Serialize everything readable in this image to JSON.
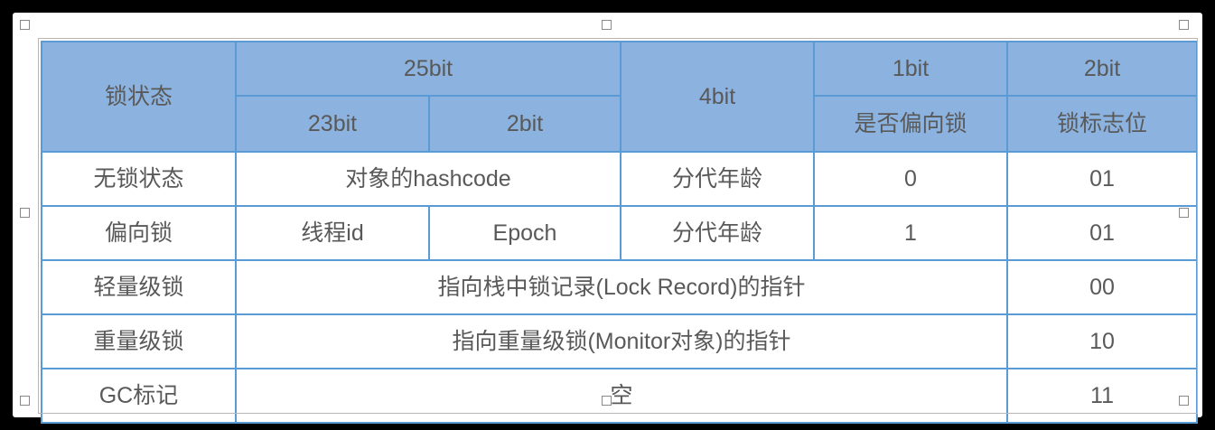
{
  "table": {
    "header": {
      "state_label": "锁状态",
      "groups": [
        {
          "label": "25bit",
          "span": 2
        },
        {
          "label": "4bit",
          "span": 1
        },
        {
          "label": "1bit",
          "span": 1
        },
        {
          "label": "2bit",
          "span": 1
        }
      ],
      "sub": [
        {
          "label": "23bit"
        },
        {
          "label": "2bit"
        },
        {
          "label": "是否偏向锁"
        },
        {
          "label": "锁标志位"
        }
      ]
    },
    "rows": [
      {
        "state": "无锁状态",
        "cells": [
          {
            "text": "对象的hashcode",
            "span": 2
          },
          {
            "text": "分代年龄",
            "span": 1
          },
          {
            "text": "0",
            "span": 1
          },
          {
            "text": "01",
            "span": 1
          }
        ]
      },
      {
        "state": "偏向锁",
        "cells": [
          {
            "text": "线程id",
            "span": 1
          },
          {
            "text": "Epoch",
            "span": 1
          },
          {
            "text": "分代年龄",
            "span": 1
          },
          {
            "text": "1",
            "span": 1
          },
          {
            "text": "01",
            "span": 1
          }
        ]
      },
      {
        "state": "轻量级锁",
        "cells": [
          {
            "text": "指向栈中锁记录(Lock Record)的指针",
            "span": 4
          },
          {
            "text": "00",
            "span": 1
          }
        ]
      },
      {
        "state": "重量级锁",
        "cells": [
          {
            "text": "指向重量级锁(Monitor对象)的指针",
            "span": 4
          },
          {
            "text": "10",
            "span": 1
          }
        ]
      },
      {
        "state": "GC标记",
        "cells": [
          {
            "text": "空",
            "span": 4
          },
          {
            "text": "11",
            "span": 1
          }
        ]
      }
    ]
  },
  "colors": {
    "header_fill": "#8cb3df",
    "border": "#5b9bd5",
    "text": "#595959",
    "canvas": "#ffffff",
    "backdrop": "#000000",
    "selection_frame": "#b6b6b6"
  },
  "selection": {
    "handles": [
      "top-left",
      "top-center",
      "top-right",
      "middle-left",
      "middle-right",
      "bottom-left",
      "bottom-center",
      "bottom-right"
    ]
  }
}
